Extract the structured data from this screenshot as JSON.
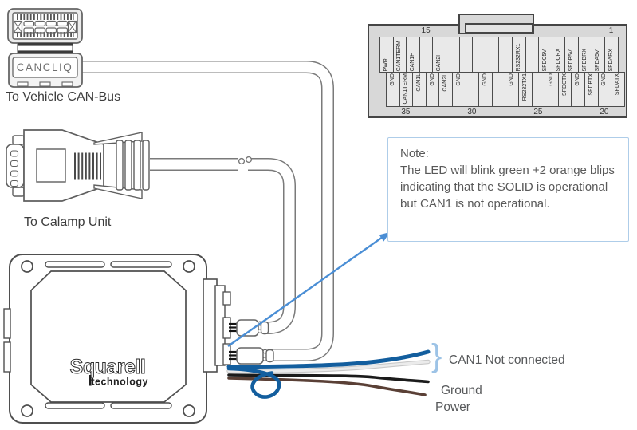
{
  "labels": {
    "cancliq": "CANCLIQ",
    "to_vehicle": "To Vehicle CAN-Bus",
    "to_calamp": "To Calamp Unit",
    "logo_main": "Squarell",
    "logo_sub": "technology",
    "can1_wires": "CAN1 Not connected",
    "ground_wire": "Ground",
    "power_wire": "Power",
    "bracket_glyph": "}"
  },
  "note": {
    "title": "Note:",
    "body": "The LED will blink green +2 orange blips indicating that the SOLID is operational but CAN1 is not operational."
  },
  "pinout": {
    "top_row": [
      "PWR",
      "CAN1TERM",
      "CAN1H",
      "",
      "CAN2H",
      "",
      "",
      "",
      "",
      "",
      "RS232RX1",
      "",
      "SFDC5V",
      "SFDCRX",
      "SFDB5V",
      "SFDBRX",
      "SFDA5V",
      "SFDARX"
    ],
    "bottom_row": [
      "GND",
      "CAN1TERM",
      "CAN1L",
      "GND",
      "CAN2L",
      "GND",
      "",
      "GND",
      "",
      "GND",
      "RS232TX1",
      "",
      "GND",
      "SFDCTX",
      "GND",
      "SFDBTX",
      "GND",
      "SFDATX"
    ],
    "top_numbers": [
      {
        "index": 3,
        "label": "15"
      },
      {
        "index": 17,
        "label": "1"
      }
    ],
    "bottom_numbers": [
      {
        "index": 1,
        "label": "35"
      },
      {
        "index": 6,
        "label": "30"
      },
      {
        "index": 11,
        "label": "25"
      },
      {
        "index": 16,
        "label": "20"
      }
    ]
  },
  "colors": {
    "can_blue": "#135e9e",
    "wire_white": "#ebebeb",
    "wire_white_edge": "#c9c9c9",
    "wire_black": "#1b1b1b",
    "wire_brown": "#5a4036",
    "arrow_blue": "#4a8ed5",
    "bracket_blue": "#9dc3e6",
    "note_border": "#aecde9",
    "note_text": "#595959",
    "outline_gray": "#6e6e6e"
  }
}
